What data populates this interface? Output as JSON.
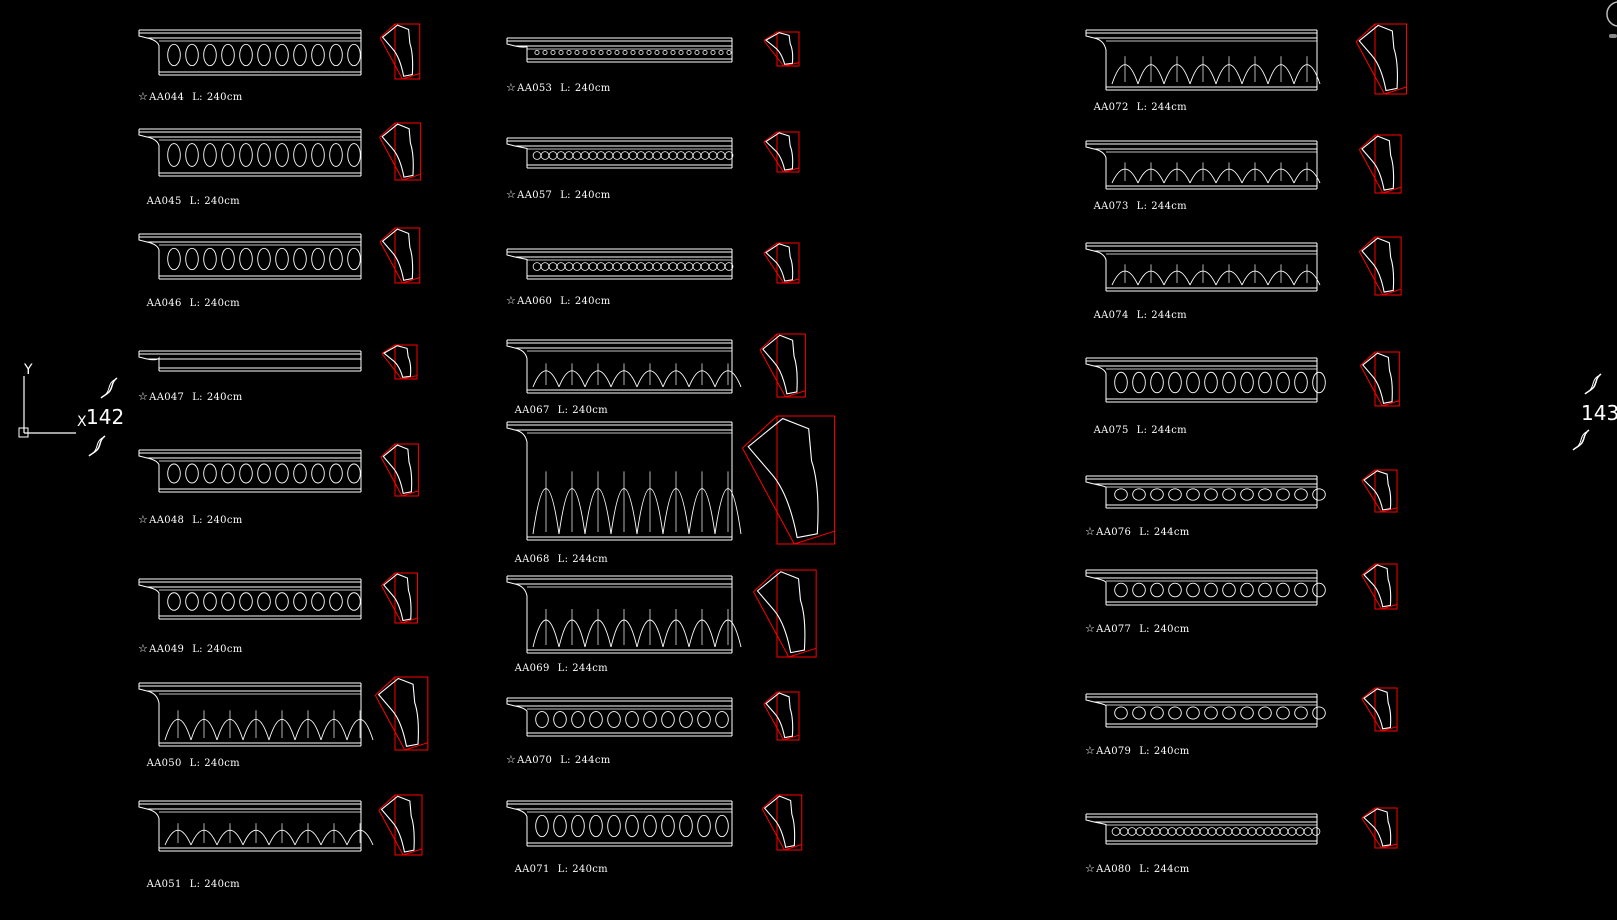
{
  "ucs": {
    "y_label": "Y",
    "x_label": "X"
  },
  "page_numbers": {
    "left": "142",
    "right": "143"
  },
  "colors": {
    "background": "#000000",
    "line": "#ffffff",
    "section": "#ff0000"
  },
  "columns": [
    {
      "items": [
        {
          "code": "AA044",
          "length": "240cm",
          "star": true
        },
        {
          "code": "AA045",
          "length": "240cm",
          "star": false
        },
        {
          "code": "AA046",
          "length": "240cm",
          "star": false
        },
        {
          "code": "AA047",
          "length": "240cm",
          "star": true
        },
        {
          "code": "AA048",
          "length": "240cm",
          "star": true
        },
        {
          "code": "AA049",
          "length": "240cm",
          "star": true
        },
        {
          "code": "AA050",
          "length": "240cm",
          "star": false
        },
        {
          "code": "AA051",
          "length": "240cm",
          "star": false
        }
      ]
    },
    {
      "items": [
        {
          "code": "AA053",
          "length": "240cm",
          "star": true
        },
        {
          "code": "AA057",
          "length": "240cm",
          "star": true
        },
        {
          "code": "AA060",
          "length": "240cm",
          "star": true
        },
        {
          "code": "AA067",
          "length": "240cm",
          "star": false
        },
        {
          "code": "AA068",
          "length": "244cm",
          "star": false
        },
        {
          "code": "AA069",
          "length": "244cm",
          "star": false
        },
        {
          "code": "AA070",
          "length": "244cm",
          "star": true
        },
        {
          "code": "AA071",
          "length": "240cm",
          "star": false
        }
      ]
    },
    {
      "items": [
        {
          "code": "AA072",
          "length": "244cm",
          "star": false
        },
        {
          "code": "AA073",
          "length": "244cm",
          "star": false
        },
        {
          "code": "AA074",
          "length": "244cm",
          "star": false
        },
        {
          "code": "AA075",
          "length": "244cm",
          "star": false
        },
        {
          "code": "AA076",
          "length": "244cm",
          "star": true
        },
        {
          "code": "AA077",
          "length": "240cm",
          "star": true
        },
        {
          "code": "AA079",
          "length": "240cm",
          "star": true
        },
        {
          "code": "AA080",
          "length": "244cm",
          "star": true
        }
      ]
    }
  ],
  "length_prefix": "L:"
}
